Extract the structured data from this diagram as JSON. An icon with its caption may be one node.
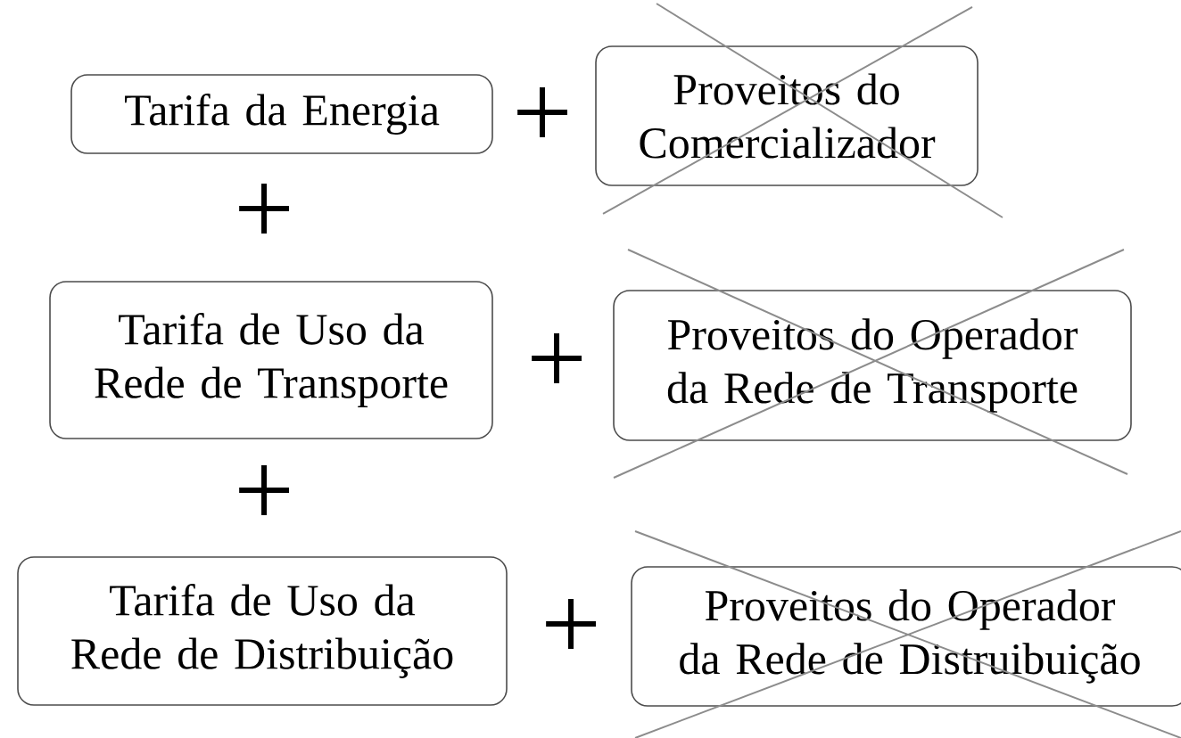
{
  "diagram": {
    "nodes": [
      {
        "text": [
          "Tarifa da Energia"
        ]
      },
      {
        "text": [
          "Proveitos do Comercializador"
        ]
      },
      {
        "text": [
          "Tarifa de Uso da Rede de Transporte"
        ]
      },
      {
        "text": [
          "Proveitos do Operador da Rede de Transporte"
        ]
      },
      {
        "text": [
          "Tarifa de Uso da Rede de Distribuição"
        ]
      },
      {
        "text": [
          "Proveitos do Operador da Rede de Distruibuição"
        ]
      }
    ],
    "labels": [
      "+",
      "+",
      "+",
      "+",
      "+"
    ]
  }
}
